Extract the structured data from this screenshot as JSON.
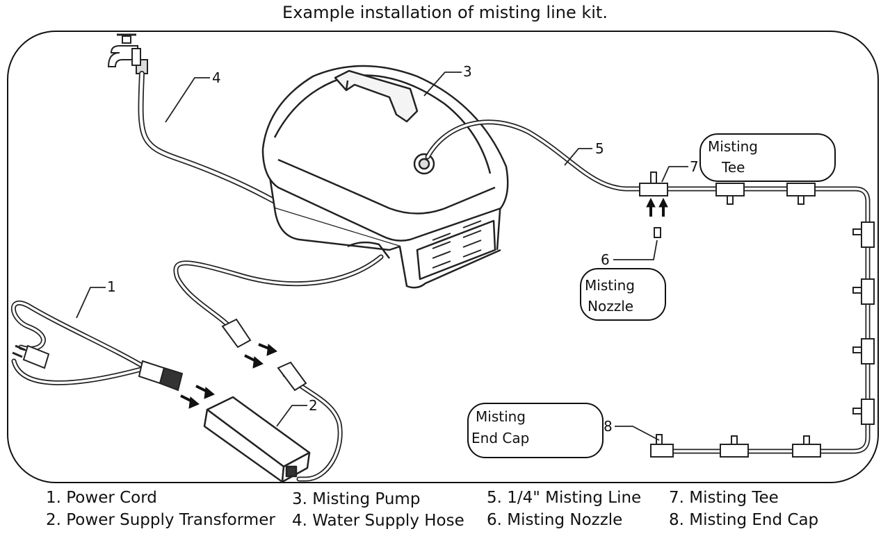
{
  "title": "Example installation of misting line kit.",
  "callouts": {
    "n1": "1",
    "n2": "2",
    "n3": "3",
    "n4": "4",
    "n5": "5",
    "n6": "6",
    "n7": "7",
    "n8": "8"
  },
  "bubbles": {
    "tee": [
      "Misting",
      "Tee"
    ],
    "nozzle": [
      "Misting",
      "Nozzle"
    ],
    "endcap": [
      "Misting",
      "End Cap"
    ]
  },
  "legend": [
    "1. Power Cord",
    "2. Power Supply Transformer",
    "3. Misting Pump",
    "4. Water Supply Hose",
    "5. 1/4\" Misting Line",
    "6. Misting Nozzle",
    "7. Misting Tee",
    "8. Misting End Cap"
  ]
}
